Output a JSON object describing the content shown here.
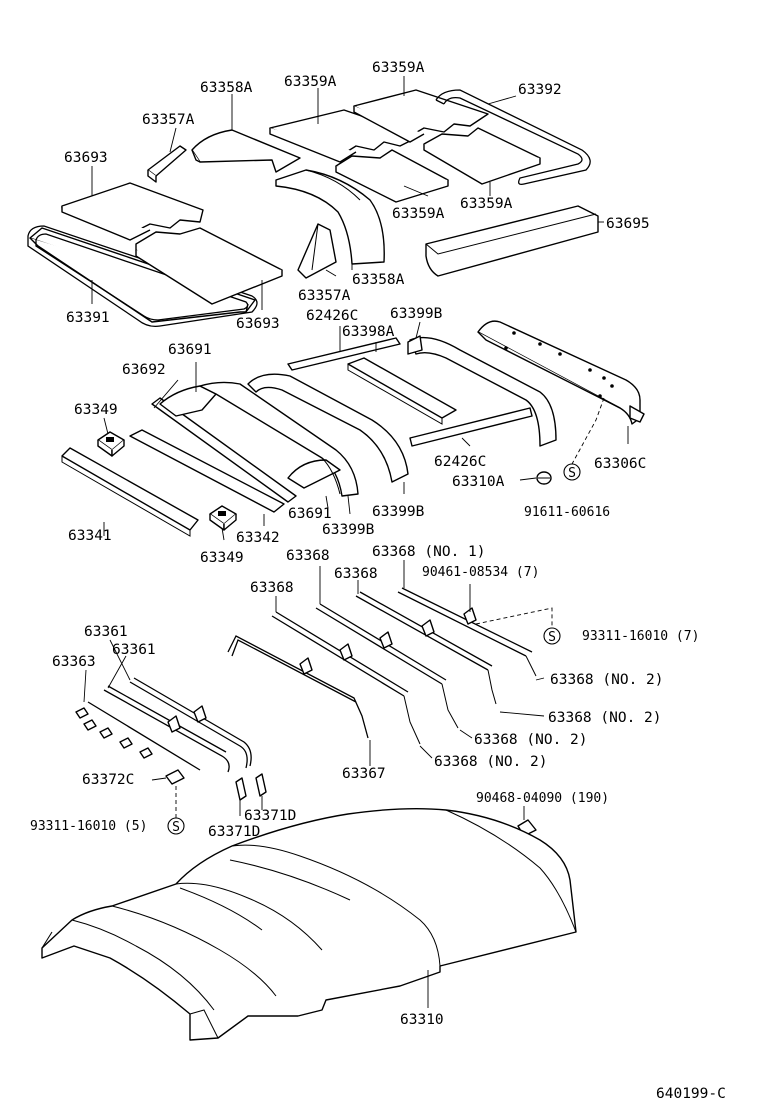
{
  "labels": {
    "l_63359A_top": "63359A",
    "l_63358A_top": "63358A",
    "l_63359A_mid": "63359A",
    "l_63392": "63392",
    "l_63357A_top": "63357A",
    "l_63693_top": "63693",
    "l_63359A_b1": "63359A",
    "l_63359A_b2": "63359A",
    "l_63695": "63695",
    "l_63358A_bot": "63358A",
    "l_63357A_bot": "63357A",
    "l_63391": "63391",
    "l_63693_bot": "63693",
    "l_62426C_top": "62426C",
    "l_63399B_top": "63399B",
    "l_63398A": "63398A",
    "l_63691_top": "63691",
    "l_63692": "63692",
    "l_63349_top": "63349",
    "l_62426C_bot": "62426C",
    "l_63306C": "63306C",
    "l_63310A": "63310A",
    "l_91611": "91611-60616",
    "l_63341": "63341",
    "l_63691_bot": "63691",
    "l_63399B_mid": "63399B",
    "l_63399B_bot": "63399B",
    "l_63342": "63342",
    "l_63349_bot": "63349",
    "l_63368_a": "63368",
    "l_63368_no1": "63368 (NO. 1)",
    "l_63368_b": "63368",
    "l_90461": "90461-08534 (7)",
    "l_63368_c": "63368",
    "l_93311_7": "93311-16010 (7)",
    "l_63361_a": "63361",
    "l_63363": "63363",
    "l_63361_b": "63361",
    "l_63368_no2_a": "63368 (NO. 2)",
    "l_63368_no2_b": "63368 (NO. 2)",
    "l_63368_no2_c": "63368 (NO. 2)",
    "l_63368_no2_d": "63368 (NO. 2)",
    "l_63367": "63367",
    "l_63372C": "63372C",
    "l_90468": "90468-04090 (190)",
    "l_63371D_a": "63371D",
    "l_93311_5": "93311-16010 (5)",
    "l_63371D_b": "63371D",
    "l_63310": "63310",
    "l_ref": "640199-C"
  },
  "symbols": {
    "s_mark": "S"
  }
}
